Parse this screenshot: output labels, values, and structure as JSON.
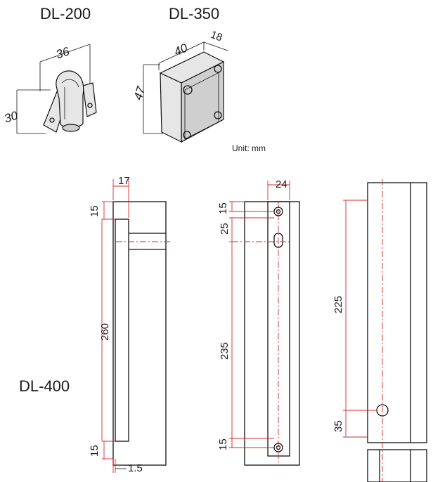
{
  "models": {
    "dl200": "DL-200",
    "dl350": "DL-350",
    "dl400": "DL-400"
  },
  "unit_label": "Unit: mm",
  "dl200_dims": {
    "width": "36",
    "height": "30"
  },
  "dl350_dims": {
    "length": "40",
    "depth": "18",
    "height": "47"
  },
  "dl400_view1": {
    "top_width": "17",
    "top_gap": "15",
    "length": "260",
    "bottom_gap": "15",
    "plate": "1.5"
  },
  "dl400_view2": {
    "top_width": "24",
    "top_hole": "15",
    "slot_offset": "25",
    "hole_span": "235",
    "bottom_hole": "15"
  },
  "dl400_view3": {
    "span": "225",
    "hole_offset": "35"
  },
  "colors": {
    "dimension": "#d42a2a",
    "outline": "#111111"
  }
}
